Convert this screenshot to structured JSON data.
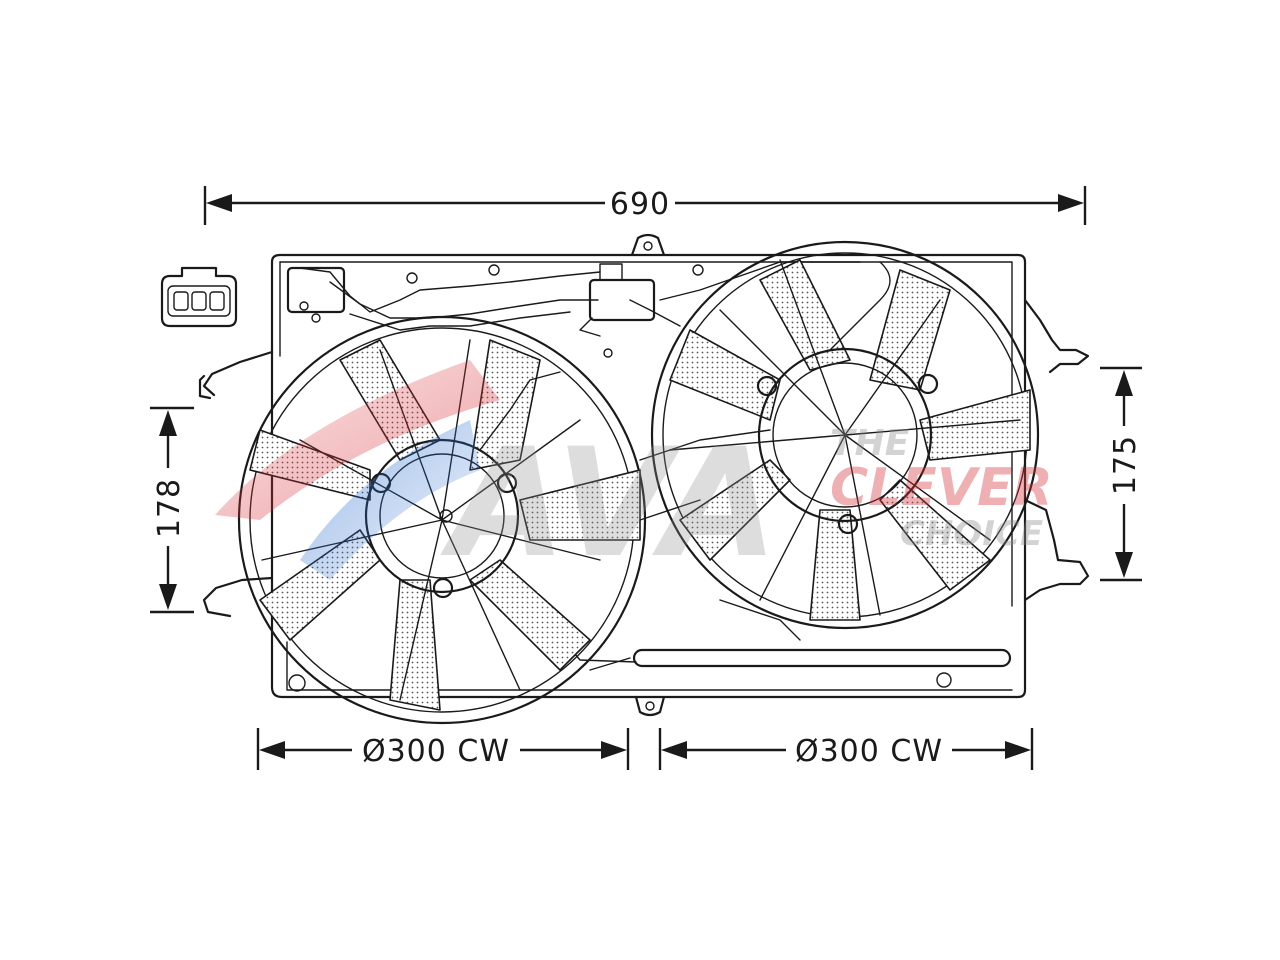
{
  "drawing": {
    "dimensions": {
      "overall_width": "690",
      "left_height": "178",
      "right_height": "175",
      "left_fan": "Ø300 CW",
      "right_fan": "Ø300 CW"
    },
    "watermark": {
      "brand": "AVA",
      "tagline_1": "THE",
      "tagline_2": "CLEVER",
      "tagline_3": "CHOICE",
      "colors": {
        "red": "#d8333a",
        "blue": "#2d6fcf",
        "grey": "#8c8c8c"
      }
    },
    "line_color": "#1a1a1a"
  }
}
